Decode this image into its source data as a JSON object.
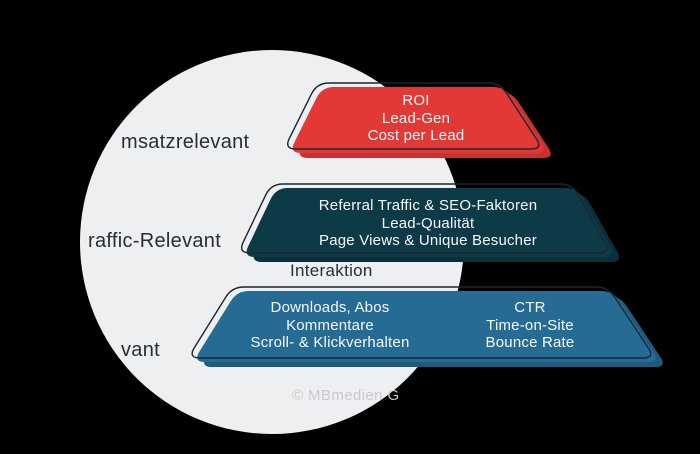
{
  "colors": {
    "canvas": "#000000",
    "circle": "#edeff1",
    "red": "#e23936",
    "red-shadow": "#c5322f",
    "teal": "#0d3a47",
    "teal-shadow": "#0a2f3a",
    "blue": "#266b93",
    "blue-shadow": "#1f5a7d",
    "outline": "#1c262f",
    "label": "#272e36",
    "banner-text": "#f7f9fa",
    "watermark": "#c6cbd1"
  },
  "labels": {
    "revenue_side": "msatzrelevant",
    "traffic_side": "raffic-Relevant",
    "interaction_side": "vant",
    "interaction_top": "Interaktion"
  },
  "banners": [
    {
      "name": "umsatzrelevant",
      "color": "#e23936",
      "lines": [
        "ROI",
        "Lead-Gen",
        "Cost per Lead"
      ]
    },
    {
      "name": "traffic-relevant",
      "color": "#0d3a47",
      "lines": [
        "Referral Traffic & SEO-Faktoren",
        "Lead-Qualität",
        "Page Views & Unique Besucher"
      ]
    },
    {
      "name": "interaktionsrelevant",
      "color": "#266b93",
      "left_lines": [
        "Downloads, Abos",
        "Kommentare",
        "Scroll- & Klickverhalten"
      ],
      "right_lines": [
        "CTR",
        "Time-on-Site",
        "Bounce Rate"
      ]
    }
  ],
  "watermark": "© MBmedien G"
}
